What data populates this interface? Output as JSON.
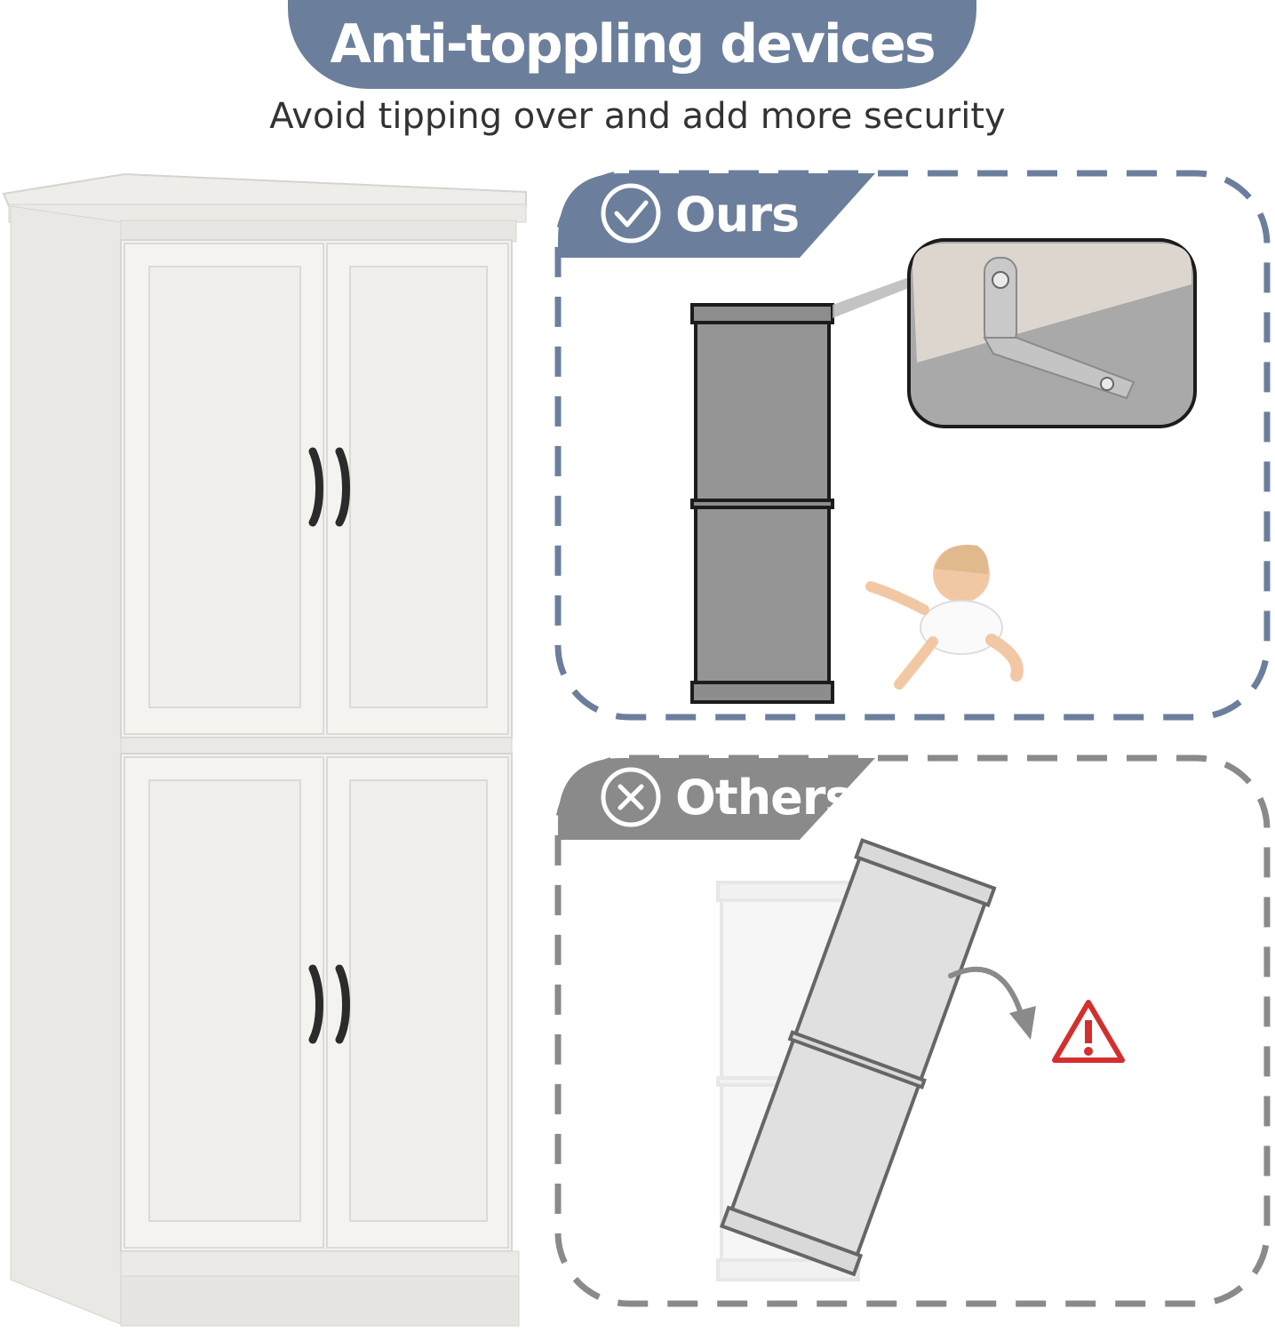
{
  "header": {
    "title": "Anti-toppling devices",
    "subtitle": "Avoid tipping over and add more security"
  },
  "panels": {
    "ours": {
      "label": "Ours",
      "icon": "check-circle-icon",
      "color": "#6b7f9c"
    },
    "others": {
      "label": "Others",
      "icon": "x-circle-icon",
      "color": "#8a8a8a"
    }
  },
  "warning": {
    "icon": "warning-icon",
    "color": "#d32f2f"
  },
  "colors": {
    "accent": "#6b7f9c",
    "neutral": "#8a8a8a",
    "cabinet": "#f1f0ee"
  }
}
